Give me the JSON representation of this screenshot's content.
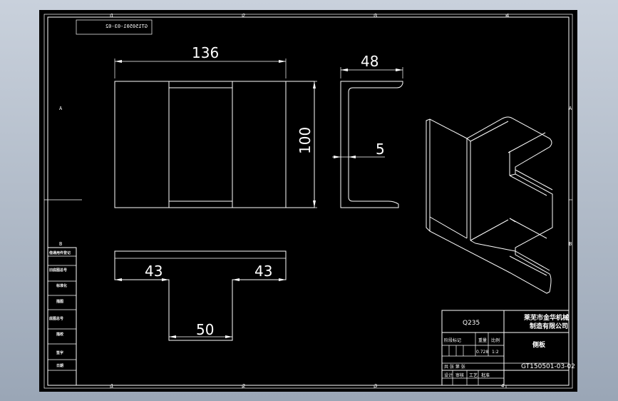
{
  "drawing_number_mirrored": "GT150501-03-02",
  "dimensions": {
    "width_136": "136",
    "height_100": "100",
    "flange_48": "48",
    "thickness_5": "5",
    "left_43": "43",
    "right_43": "43",
    "bottom_50": "50"
  },
  "zone_labels": {
    "top": [
      "1",
      "2",
      "3",
      "4"
    ],
    "bottom": [
      "1",
      "2",
      "3",
      "4"
    ],
    "left": [
      "A",
      "B"
    ],
    "right": [
      "A",
      "B"
    ]
  },
  "side_table": [
    "借通用件登记",
    "旧底图总号",
    "底图总号",
    "签字",
    "日期"
  ],
  "side_table_extra": [
    "标准化",
    "描图",
    "描校"
  ],
  "title_block": {
    "material": "Q235",
    "company_line1": "莱芜市金华机械",
    "company_line2": "制造有限公司",
    "part_name": "侧板",
    "drawing_number": "GT150501-03-02",
    "weight": "0.728",
    "scale": "1:2",
    "header_marks": "阶段标记",
    "header_weight": "重量",
    "header_scale": "比例",
    "sheet_info": "共 张 第 张",
    "row_labels": [
      "设计",
      "审核",
      "工艺",
      "批准"
    ]
  },
  "colors": {
    "frame": "#ffffff",
    "paper": "#000000",
    "backdrop": "#a5b0bf"
  }
}
